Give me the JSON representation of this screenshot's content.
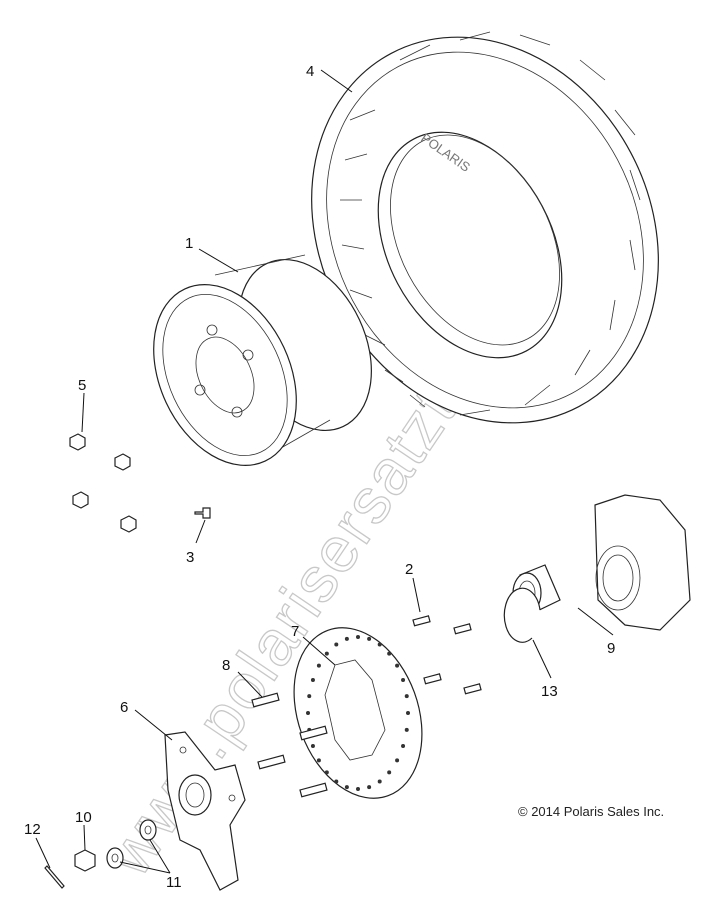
{
  "diagram": {
    "watermark": "www.polarisersatzteile.de",
    "tire_sidewall_text": "POLARIS",
    "copyright": "© 2014 Polaris Sales Inc.",
    "callouts": [
      "1",
      "2",
      "3",
      "4",
      "5",
      "6",
      "7",
      "8",
      "9",
      "10",
      "11",
      "12",
      "13"
    ],
    "parts": {
      "1": "wheel-rim",
      "2": "rotor-bolt",
      "3": "valve-stem",
      "4": "tire",
      "5": "lug-nut",
      "6": "wheel-hub",
      "7": "brake-disc",
      "8": "hub-stud",
      "9": "bearing",
      "10": "castle-nut",
      "11": "washer",
      "12": "cotter-pin",
      "13": "retaining-ring"
    }
  }
}
